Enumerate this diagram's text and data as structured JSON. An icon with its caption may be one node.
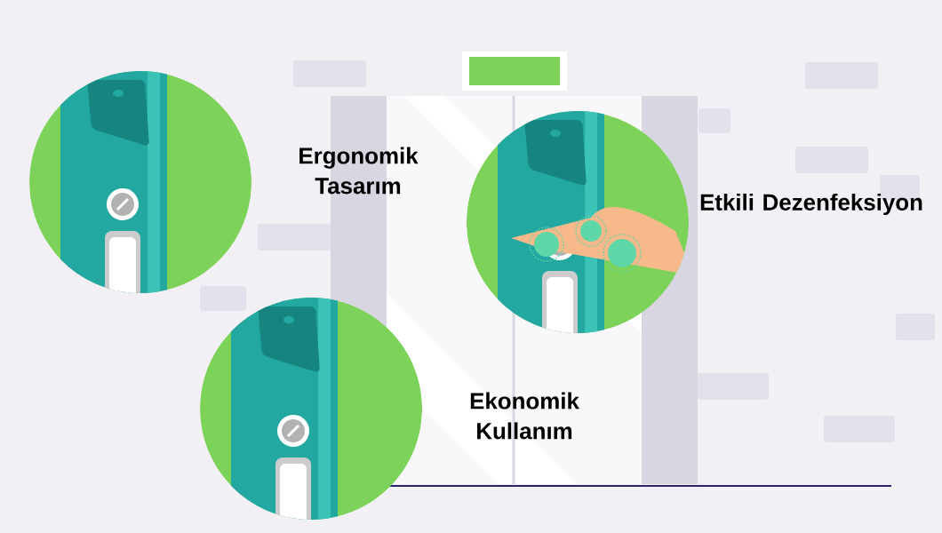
{
  "diagram": {
    "labels": [
      "Ergonomik Tasarım",
      "Etkili Dezenfeksiyon",
      "Ekonomik Kullanım"
    ]
  }
}
